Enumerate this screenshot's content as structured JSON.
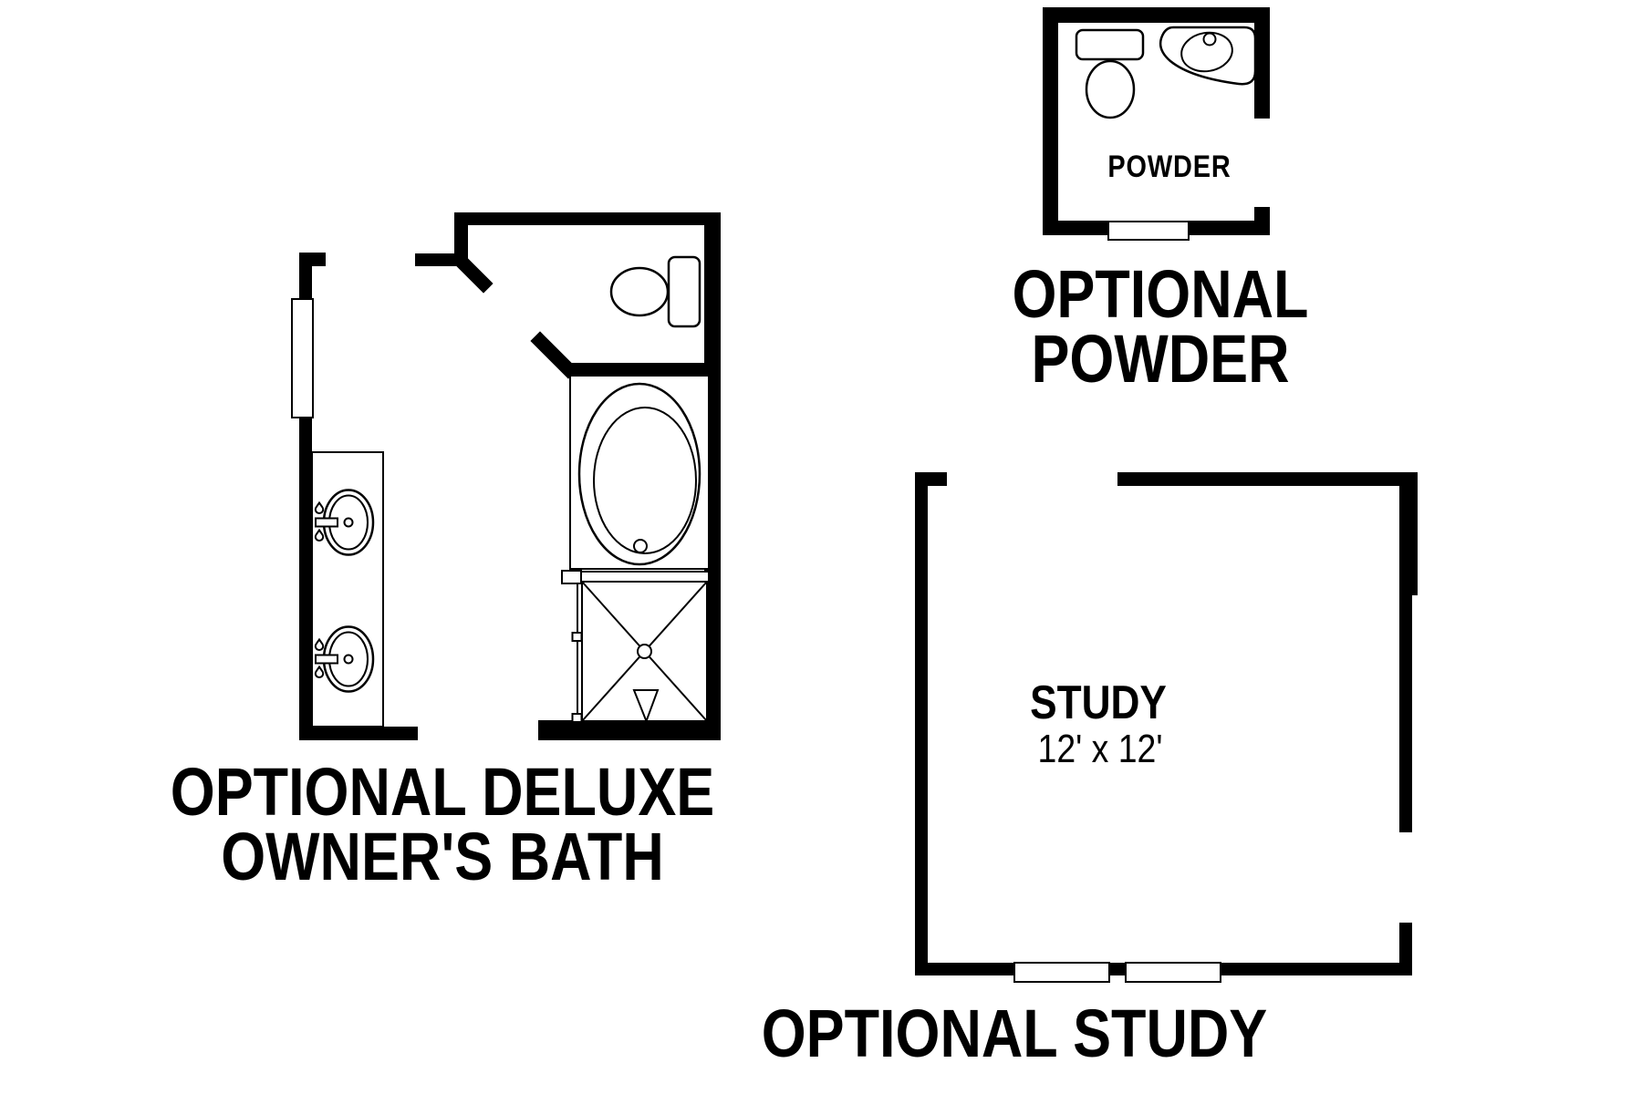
{
  "colors": {
    "line": "#000000",
    "background": "#ffffff",
    "label": "#000000"
  },
  "owners_bath": {
    "caption_line1": "OPTIONAL DELUXE",
    "caption_line2": "OWNER'S BATH",
    "fixtures": [
      "double-vanity-sinks",
      "toilet",
      "oval-bathtub",
      "corner-shower"
    ]
  },
  "powder": {
    "room_label": "POWDER",
    "caption_line1": "OPTIONAL",
    "caption_line2": "POWDER",
    "fixtures": [
      "toilet",
      "corner-sink"
    ]
  },
  "study": {
    "room_label": "STUDY",
    "dimensions": "12' x 12'",
    "caption": "OPTIONAL STUDY",
    "fixtures": [
      "window",
      "window"
    ]
  }
}
